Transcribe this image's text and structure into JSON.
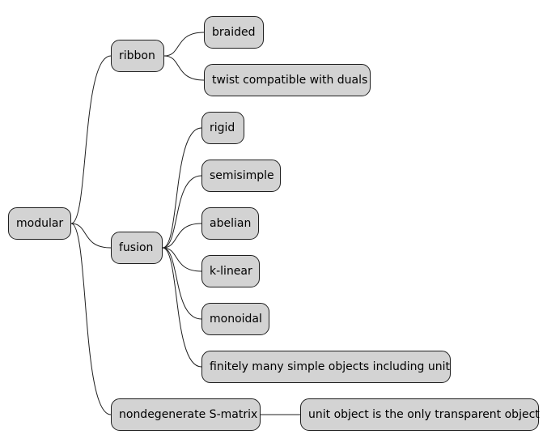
{
  "mindmap": {
    "root": {
      "id": "modular",
      "label": "modular"
    },
    "branches": [
      {
        "id": "ribbon",
        "label": "ribbon",
        "children": [
          {
            "id": "braided",
            "label": "braided"
          },
          {
            "id": "twist",
            "label": "twist compatible with duals"
          }
        ]
      },
      {
        "id": "fusion",
        "label": "fusion",
        "children": [
          {
            "id": "rigid",
            "label": "rigid"
          },
          {
            "id": "semisimple",
            "label": "semisimple"
          },
          {
            "id": "abelian",
            "label": "abelian"
          },
          {
            "id": "klinear",
            "label": "k-linear"
          },
          {
            "id": "monoidal",
            "label": "monoidal"
          },
          {
            "id": "finitely",
            "label": "finitely many simple objects including unit"
          }
        ]
      },
      {
        "id": "nondegenerate",
        "label": "nondegenerate S-matrix",
        "children": [
          {
            "id": "unitobj",
            "label": "unit object is the only transparent object"
          }
        ]
      }
    ]
  },
  "colors": {
    "node_fill": "#d3d3d3",
    "node_border": "#1f1f1f",
    "edge": "#1f1f1f",
    "background": "#ffffff"
  }
}
